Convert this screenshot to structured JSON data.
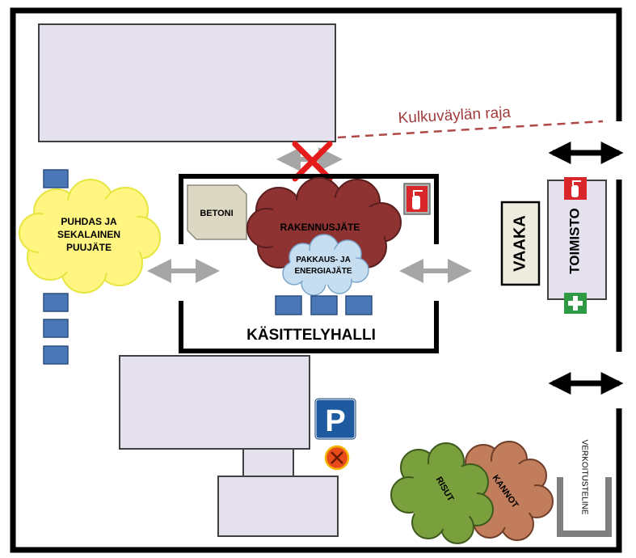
{
  "labels": {
    "boundary_label": "Kulkuväylän raja",
    "betoni": "BETONI",
    "rakennusjate": "RAKENNUSJÄTE",
    "pakkaus_line1": "PAKKAUS- JA",
    "pakkaus_line2": "ENERGIAJÄTE",
    "puhdas_line1": "PUHDAS JA",
    "puhdas_line2": "SEKALAINEN",
    "puhdas_line3": "PUUJÄTE",
    "hall": "KÄSITTELYHALLI",
    "vaaka": "VAAKA",
    "toimisto": "TOIMISTO",
    "risut": "RISUT",
    "kannot": "KANNOT",
    "verkoitusteline": "VERKOITUSTELINE",
    "parking": "P"
  },
  "colors": {
    "building_fill": "#e6e1ee",
    "building_stroke": "#404040",
    "wall": "#000000",
    "boundary_line": "#b04848",
    "boundary_text": "#a03c3c",
    "blue_bin": "#4a78b7",
    "rakennus_cloud": "#8e3232",
    "pakkaus_cloud": "#c6def0",
    "puhdas_cloud": "#fff580",
    "puhdas_cloud_stroke": "#e6e640",
    "betoni_fill": "#ddd8c4",
    "vaaka_fill": "#eeecde",
    "arrow_gray": "#a6a6a6",
    "red_cross": "#e61c1c",
    "fire_red": "#d9262b",
    "first_aid_green": "#2e9a44",
    "parking_blue": "#1e5aa0",
    "risut_bush": "#7aa03e",
    "kannot_bush": "#c27d5d"
  },
  "icons": {
    "fire_extinguisher_hall": "fire-extinguisher-icon",
    "fire_extinguisher_office": "fire-extinguisher-icon",
    "first_aid": "first-aid-icon",
    "parking": "parking-sign-icon",
    "no_entry": "no-entry-icon",
    "blocked_passage": "red-cross-icon"
  }
}
